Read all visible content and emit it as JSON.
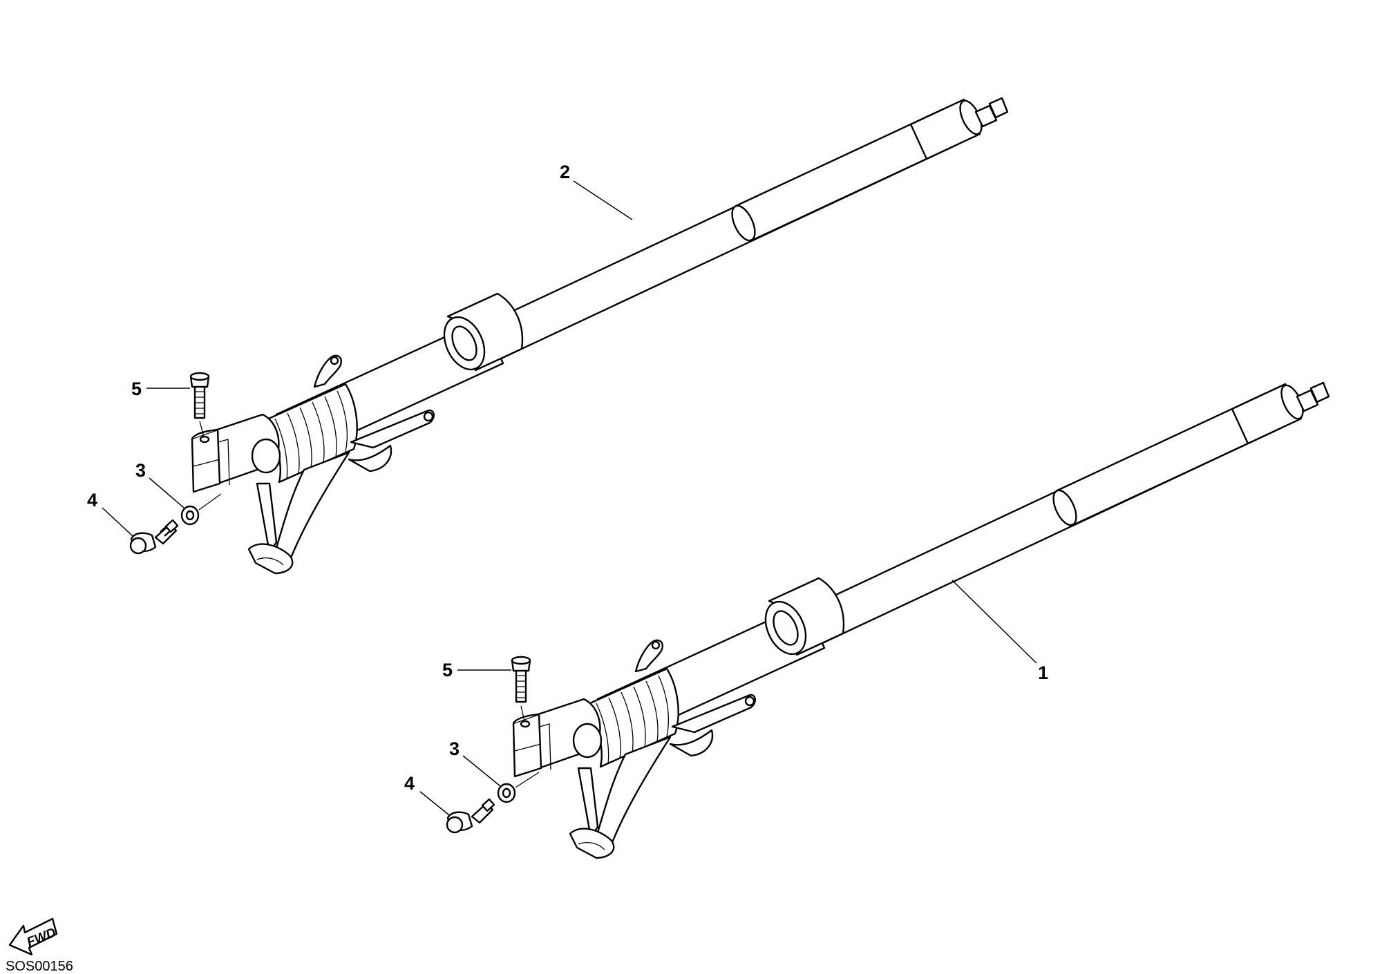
{
  "figure_id": "SOS00156",
  "fwd_label": "FWD",
  "callouts": {
    "top": {
      "c2": "2",
      "c5": "5",
      "c3": "3",
      "c4": "4"
    },
    "bottom": {
      "c1": "1",
      "c5": "5",
      "c3": "3",
      "c4": "4"
    }
  }
}
